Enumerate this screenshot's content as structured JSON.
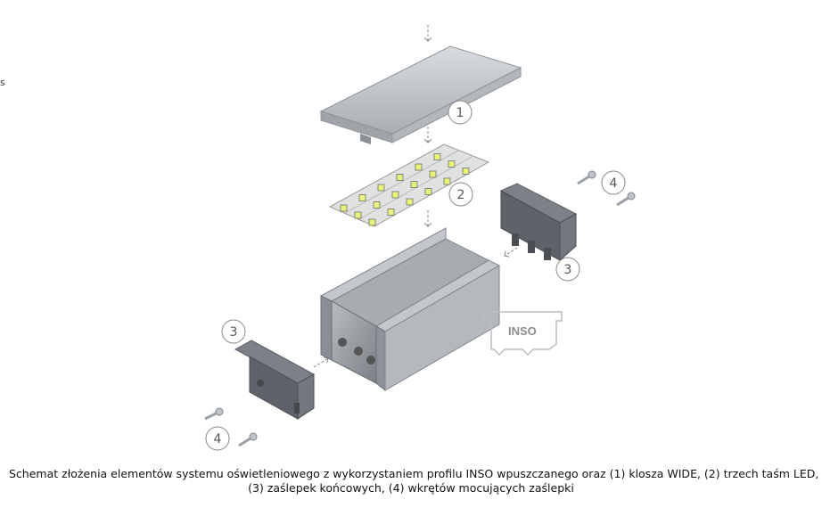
{
  "stray_text": "s",
  "callouts": [
    "1",
    "2",
    "3",
    "3",
    "4",
    "4"
  ],
  "profile_label": "INSO",
  "caption": {
    "line1": "Schemat złożenia elementów systemu oświetleniowego z wykorzystaniem profilu INSO wpuszczanego oraz (1) klosza WIDE, (2) trzech taśm LED,",
    "line2": "(3) zaślepek końcowych, (4) wkrętów mocujących zaślepki"
  },
  "colors": {
    "metal_light": "#c9ccd0",
    "metal_mid": "#9ea3a8",
    "metal_dark": "#6f747a",
    "cap_dark": "#5a5e63",
    "strip": "#dcdcdc",
    "led": "#e9f27a"
  }
}
